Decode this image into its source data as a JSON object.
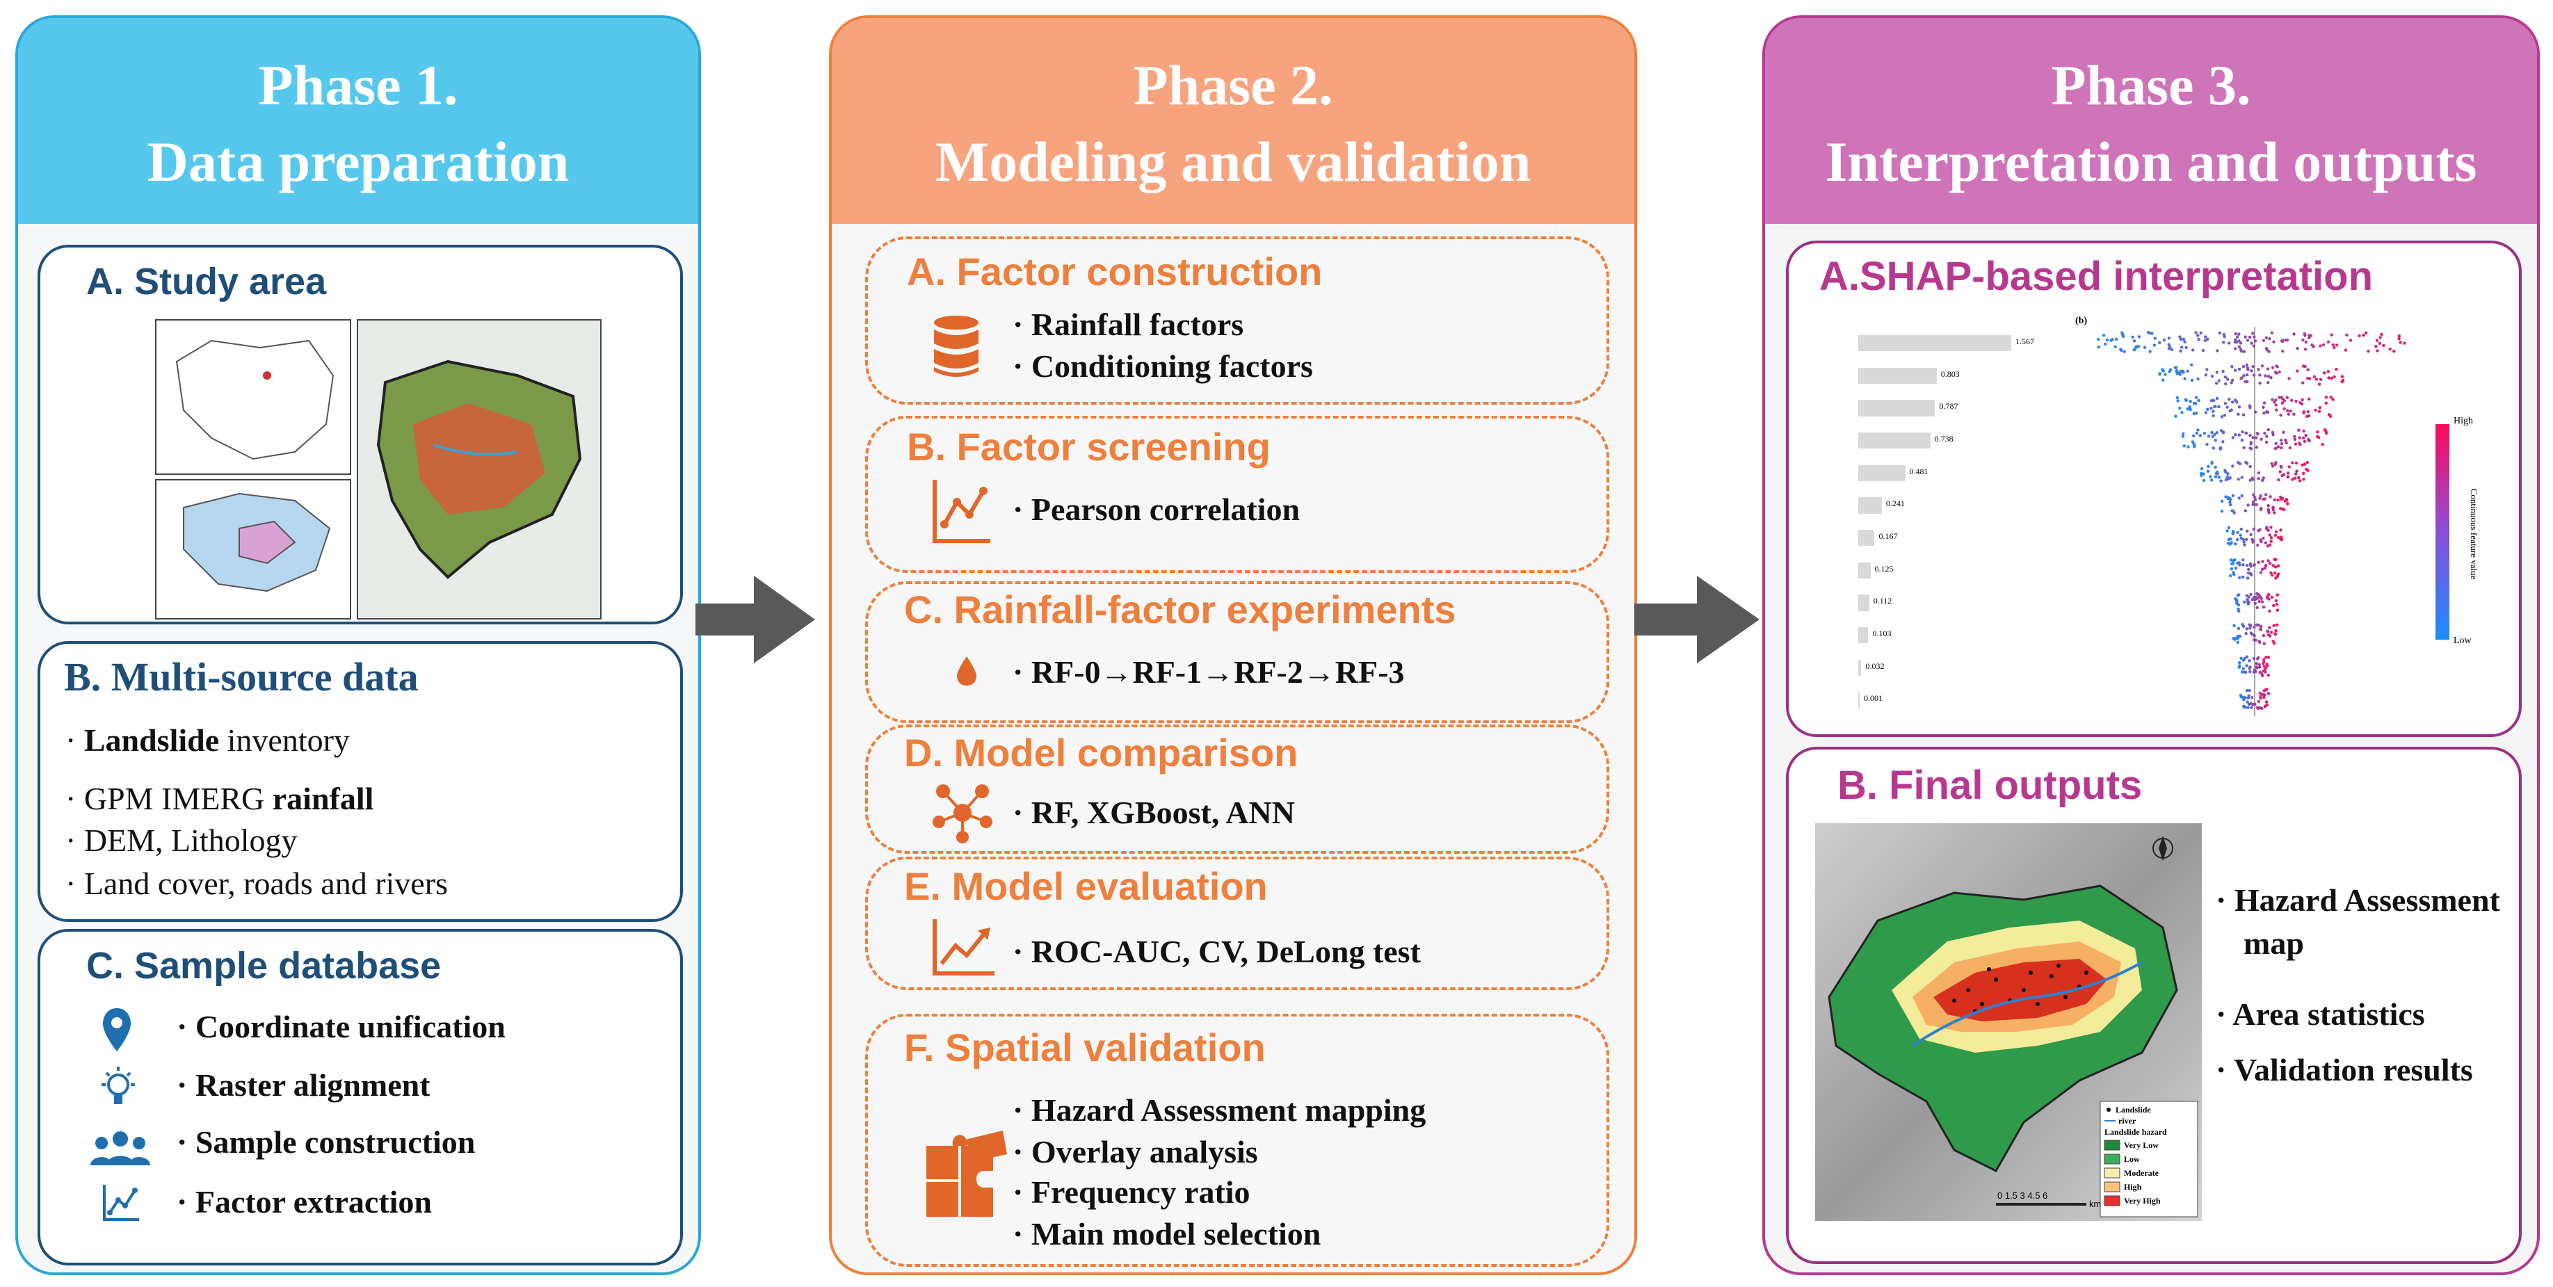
{
  "phase1": {
    "title_line1": "Phase 1.",
    "title_line2": "Data preparation",
    "color": "#56c8ee",
    "study_area": {
      "title": "A. Study area"
    },
    "multi_source": {
      "title": "B. Multi-source data",
      "items": [
        {
          "prefix": "· ",
          "bold": "Landslide",
          "rest": " inventory"
        },
        {
          "prefix": "· GPM IMERG ",
          "bold": "rainfall",
          "rest": ""
        },
        {
          "prefix": "· DEM, Lithology",
          "bold": "",
          "rest": ""
        },
        {
          "prefix": "· Land cover, roads and rivers",
          "bold": "",
          "rest": ""
        }
      ]
    },
    "sample_db": {
      "title": "C. Sample database",
      "items": [
        {
          "icon": "location-pin-icon",
          "label": "· Coordinate unification"
        },
        {
          "icon": "lightbulb-icon",
          "label": "· Raster alignment"
        },
        {
          "icon": "people-icon",
          "label": "· Sample construction"
        },
        {
          "icon": "line-chart-icon",
          "label": "· Factor extraction"
        }
      ]
    }
  },
  "phase2": {
    "title_line1": "Phase 2.",
    "title_line2": "Modeling and validation",
    "color": "#f7a47e",
    "accent": "#ee7f3c",
    "sections": [
      {
        "title": "A. Factor construction",
        "icon": "database-icon",
        "items": [
          "· Rainfall factors",
          "· Conditioning factors"
        ]
      },
      {
        "title": "B. Factor screening",
        "icon": "correlation-chart-icon",
        "items": [
          "· Pearson correlation"
        ]
      },
      {
        "title": "C. Rainfall-factor experiments",
        "icon": "water-drop-icon",
        "items": [
          "· RF-0→RF-1→RF-2→RF-3"
        ]
      },
      {
        "title": "D. Model comparison",
        "icon": "network-icon",
        "items": [
          "· RF, XGBoost, ANN"
        ]
      },
      {
        "title": "E. Model evaluation",
        "icon": "trend-chart-icon",
        "items": [
          "· ROC-AUC, CV, DeLong test"
        ]
      },
      {
        "title": "F. Spatial validation",
        "icon": "puzzle-icon",
        "items": [
          "· Hazard Assessment mapping",
          "· Overlay analysis",
          "· Frequency ratio",
          "· Main model selection"
        ]
      }
    ]
  },
  "phase3": {
    "title_line1": "Phase 3.",
    "title_line2": "Interpretation and outputs",
    "color": "#cf74b8",
    "accent": "#b8388f",
    "shap": {
      "title": "A.SHAP-based interpretation",
      "bar_values": [
        "1.567",
        "0.803",
        "0.787",
        "0.738",
        "0.481",
        "0.241",
        "0.167",
        "0.125",
        "0.112",
        "0.103",
        "0.032",
        "0.001"
      ],
      "bar_numbers": [
        1.567,
        0.803,
        0.787,
        0.738,
        0.481,
        0.241,
        0.167,
        0.125,
        0.112,
        0.103,
        0.032,
        0.001
      ],
      "panel_label": "(b)",
      "colorbar_high": "High",
      "colorbar_low": "Low",
      "colorbar_label": "Continuous feature value"
    },
    "final": {
      "title": "B. Final outputs",
      "items": [
        "· Hazard Assessment",
        "map",
        "· Area statistics",
        "· Validation results"
      ],
      "legend": {
        "landslide": "Landslide",
        "river": "river",
        "heading": "Landslide hazard",
        "classes": [
          "Very Low",
          "Low",
          "Moderate",
          "High",
          "Very High"
        ],
        "class_colors": [
          "#1f8a3c",
          "#3fae5a",
          "#f6f0b0",
          "#f8c37a",
          "#e8302a"
        ]
      },
      "scale": "0  1.5  3  4.5  6",
      "scale_unit": "km"
    }
  }
}
